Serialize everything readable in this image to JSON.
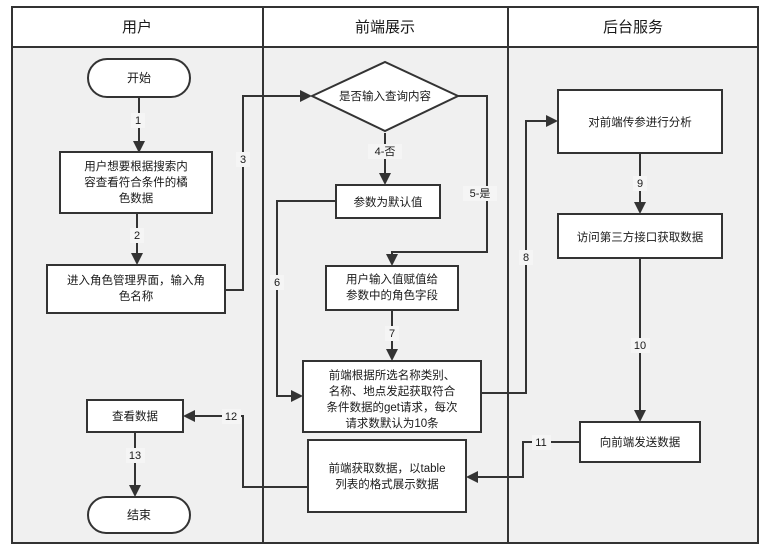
{
  "diagram": {
    "type": "swimlane-flowchart",
    "background": "#ffffff",
    "lane_fill": "#f0f0f0",
    "stroke": "#333333",
    "lanes": [
      {
        "id": "lane-user",
        "title": "用户"
      },
      {
        "id": "lane-frontend",
        "title": "前端展示"
      },
      {
        "id": "lane-backend",
        "title": "后台服务"
      }
    ],
    "nodes": [
      {
        "id": "start",
        "shape": "terminator",
        "lane": "lane-user",
        "text": [
          "开始"
        ]
      },
      {
        "id": "user-intent",
        "shape": "process",
        "lane": "lane-user",
        "text": [
          "用户想要根据搜索内",
          "容查看符合条件的橘",
          "色数据"
        ]
      },
      {
        "id": "enter-role-page",
        "shape": "process",
        "lane": "lane-user",
        "text": [
          "进入角色管理界面，输入角",
          "色名称"
        ]
      },
      {
        "id": "has-query",
        "shape": "decision",
        "lane": "lane-frontend",
        "text": [
          "是否输入查询内容"
        ]
      },
      {
        "id": "default-param",
        "shape": "process",
        "lane": "lane-frontend",
        "text": [
          "参数为默认值"
        ]
      },
      {
        "id": "assign-param",
        "shape": "process",
        "lane": "lane-frontend",
        "text": [
          "用户输入值赋值给",
          "参数中的角色字段"
        ]
      },
      {
        "id": "get-request",
        "shape": "process",
        "lane": "lane-frontend",
        "text": [
          "前端根据所选名称类别、",
          "名称、地点发起获取符合",
          "条件数据的get请求，每次",
          "请求数默认为10条"
        ]
      },
      {
        "id": "render-table",
        "shape": "process",
        "lane": "lane-frontend",
        "text": [
          "前端获取数据，以table",
          "列表的格式展示数据"
        ]
      },
      {
        "id": "analyze-params",
        "shape": "process",
        "lane": "lane-backend",
        "text": [
          "对前端传参进行分析"
        ]
      },
      {
        "id": "third-party-api",
        "shape": "process",
        "lane": "lane-backend",
        "text": [
          "访问第三方接口获取数据"
        ]
      },
      {
        "id": "send-data",
        "shape": "process",
        "lane": "lane-backend",
        "text": [
          "向前端发送数据"
        ]
      },
      {
        "id": "view-data",
        "shape": "process",
        "lane": "lane-user",
        "text": [
          "查看数据"
        ]
      },
      {
        "id": "end",
        "shape": "terminator",
        "lane": "lane-user",
        "text": [
          "结束"
        ]
      }
    ],
    "edges": [
      {
        "id": "e1",
        "from": "start",
        "to": "user-intent",
        "label": "1"
      },
      {
        "id": "e2",
        "from": "user-intent",
        "to": "enter-role-page",
        "label": "2"
      },
      {
        "id": "e3",
        "from": "enter-role-page",
        "to": "has-query",
        "label": "3"
      },
      {
        "id": "e4",
        "from": "has-query",
        "to": "default-param",
        "label": "4-否"
      },
      {
        "id": "e5",
        "from": "has-query",
        "to": "assign-param",
        "label": "5-是"
      },
      {
        "id": "e6",
        "from": "default-param",
        "to": "get-request",
        "label": "6"
      },
      {
        "id": "e7",
        "from": "assign-param",
        "to": "get-request",
        "label": "7"
      },
      {
        "id": "e8",
        "from": "get-request",
        "to": "analyze-params",
        "label": "8"
      },
      {
        "id": "e9",
        "from": "analyze-params",
        "to": "third-party-api",
        "label": "9"
      },
      {
        "id": "e10",
        "from": "third-party-api",
        "to": "send-data",
        "label": "10"
      },
      {
        "id": "e11",
        "from": "send-data",
        "to": "render-table",
        "label": "11"
      },
      {
        "id": "e12",
        "from": "render-table",
        "to": "view-data",
        "label": "12"
      },
      {
        "id": "e13",
        "from": "view-data",
        "to": "end",
        "label": "13"
      }
    ]
  }
}
